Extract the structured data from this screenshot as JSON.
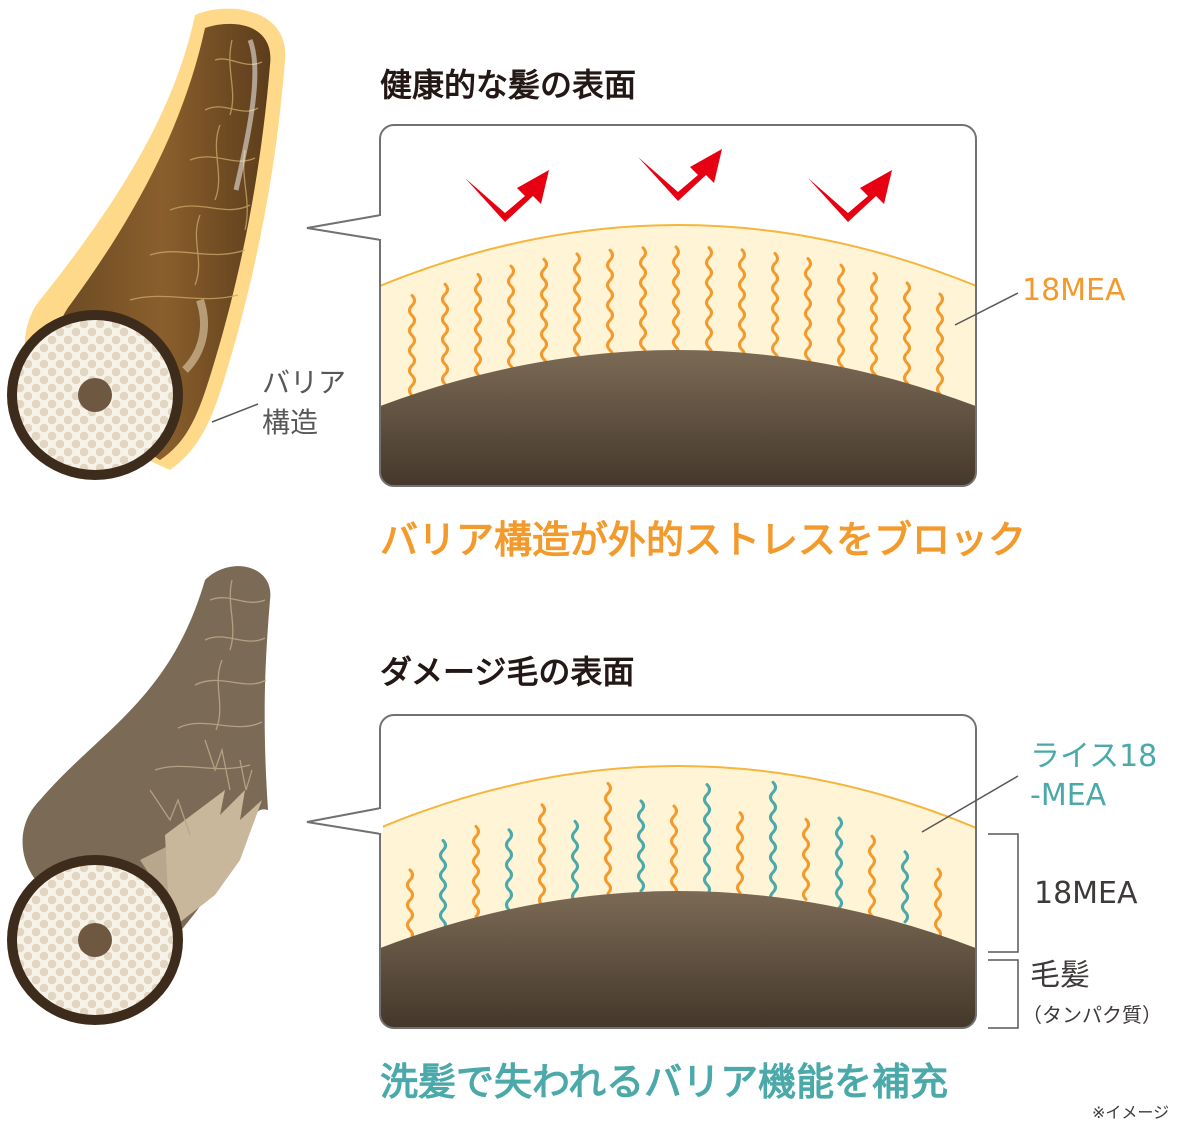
{
  "top": {
    "title": "健康的な髪の表面",
    "caption": "バリア構造が外的ストレスをブロック",
    "barrier_label_line1": "バリア",
    "barrier_label_line2": "構造",
    "mea_label": "18MEA"
  },
  "bottom": {
    "title": "ダメージ毛の表面",
    "caption": "洗髪で失われるバリア機能を補充",
    "rice_label_line1": "ライス18",
    "rice_label_line2": "-MEA",
    "mea_label": "18MEA",
    "hair_label": "毛髪",
    "protein_label": "（タンパク質）"
  },
  "note": "※イメージ",
  "colors": {
    "orange": "#f39a2c",
    "teal": "#4ba9aa",
    "cream": "#fff4d6",
    "hair_dark": "#4a3a2c",
    "hair_light": "#7b6a55",
    "arrow_red": "#e60012"
  },
  "icons": [
    "hair-strand-healthy",
    "hair-strand-damaged",
    "reflect-arrow-icon"
  ]
}
